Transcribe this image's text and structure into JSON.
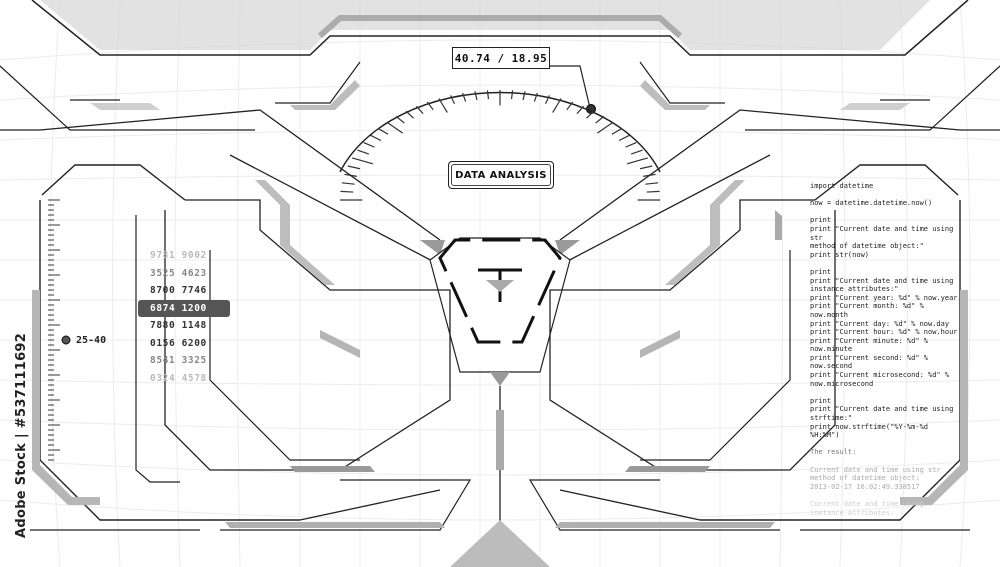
{
  "header": {
    "readout": "40.74 / 18.95",
    "title": "DATA ANALYSIS"
  },
  "left_panel": {
    "range_label": "25-40",
    "numbers": [
      "9781 9002",
      "3525 4623",
      "8700 7746",
      "6874 1200",
      "7880 1148",
      "0156 6200",
      "8541 3325",
      "0324 4578"
    ],
    "selected_index": 3
  },
  "right_panel": {
    "code_lines": [
      "import datetime",
      "",
      "now = datetime.datetime.now()",
      "",
      "print",
      "print \"Current date and time using str",
      "method of datetime object:\"",
      "print str(now)",
      "",
      "print",
      "print \"Current date and time using",
      "instance attributes:\"",
      "print \"Current year: %d\" % now.year",
      "print \"Current month: %d\" %",
      "now.month",
      "print \"Current day: %d\" % now.day",
      "print \"Current hour: %d\" % now.hour",
      "print \"Current minute: %d\" %",
      "now.minute",
      "print \"Current second: %d\" %",
      "now.second",
      "print \"Current microsecond: %d\" %",
      "now.microsecond",
      "",
      "print",
      "print \"Current date and time using",
      "strftime:\"",
      "print now.strftime(\"%Y-%m-%d",
      "%H:%M\")",
      "",
      "The result:",
      "",
      "Current date and time using str",
      "method of datetime object:",
      "2013-02-17 16:02:49.338517",
      "",
      "Current date and time using",
      "instance attributes:"
    ]
  },
  "watermark": "Adobe Stock | #537111692",
  "colors": {
    "line": "#222222",
    "fill": "#c8c8c8",
    "grid": "#e6e6e6"
  }
}
